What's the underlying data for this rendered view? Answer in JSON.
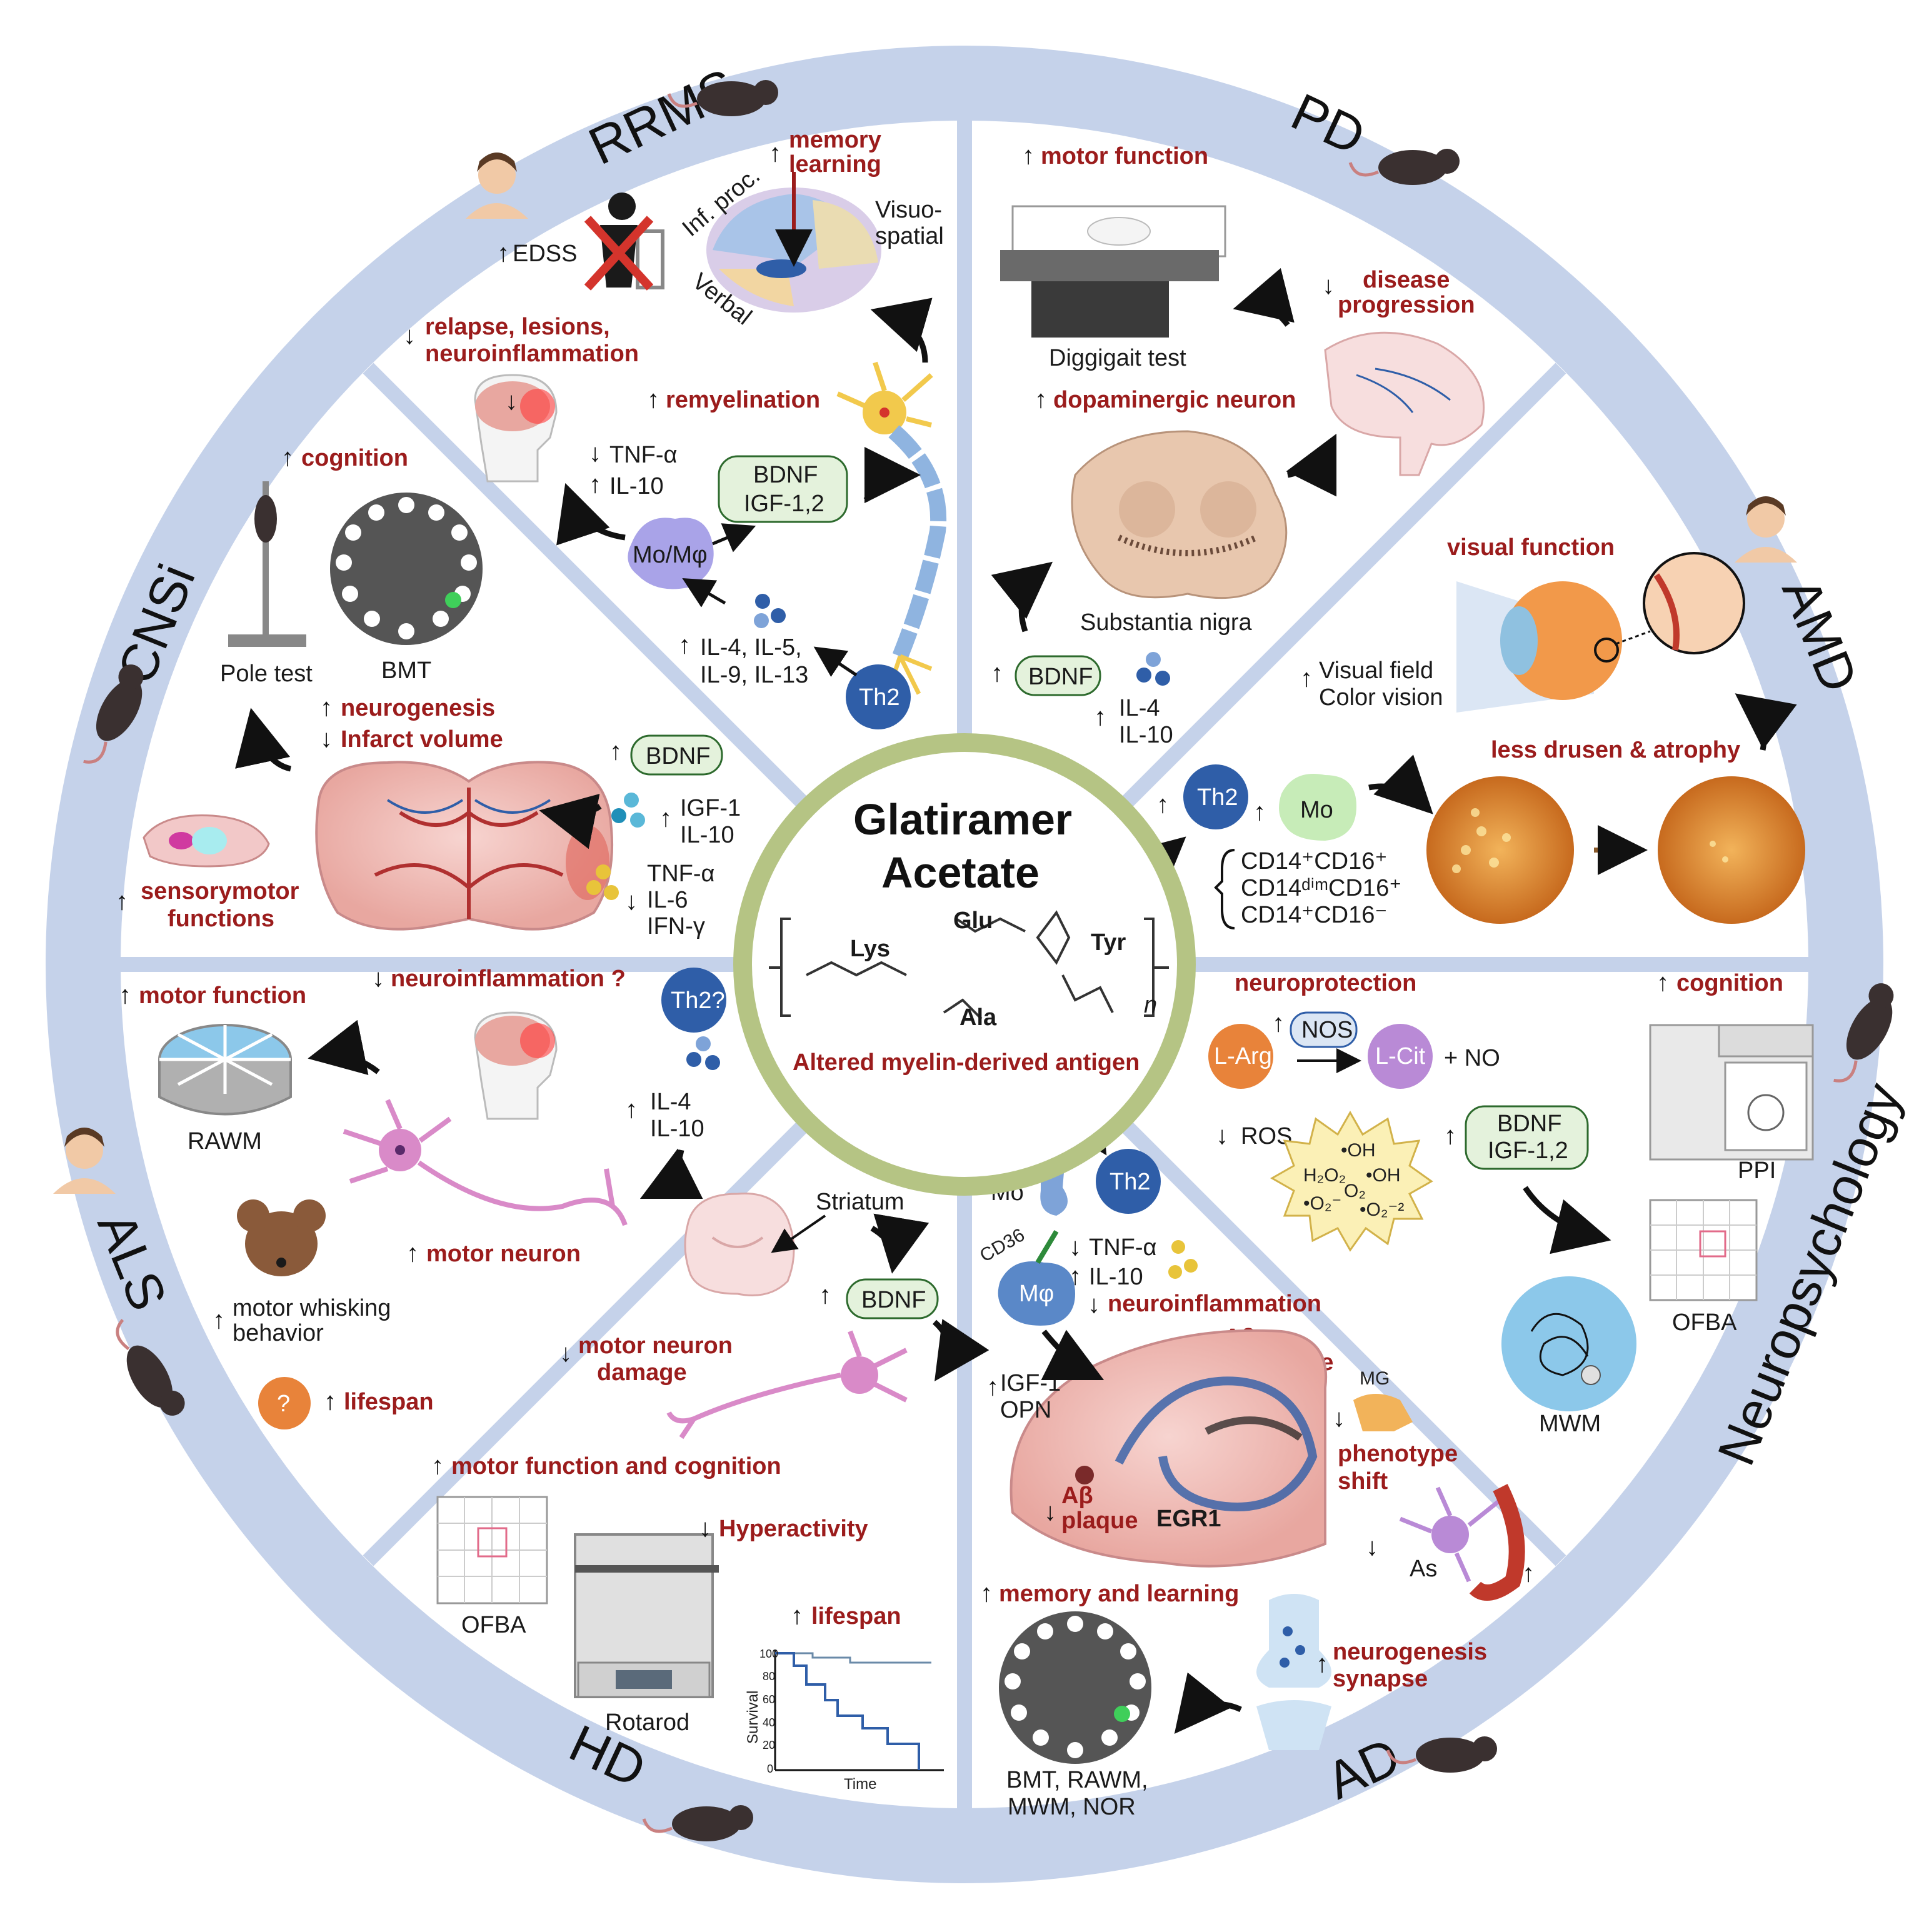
{
  "sectors": {
    "rrms": {
      "name": "RRMS",
      "memory_learning": [
        "memory",
        "learning"
      ],
      "inf_proc": "Inf. proc.",
      "visuospatial": [
        "Visuo-",
        "spatial"
      ],
      "verbal": "Verbal",
      "edss": "EDSS",
      "relapse": [
        "relapse, lesions,",
        "neuroinflammation"
      ],
      "remyelination": "remyelination",
      "tnf": "TNF-α",
      "il10": "IL-10",
      "bdnf_igf": [
        "BDNF",
        "IGF-1,2"
      ],
      "mo_mphi": "Mo/Mφ",
      "interleukins": [
        "IL-4, IL-5,",
        "IL-9, IL-13"
      ],
      "th2": "Th2"
    },
    "pd": {
      "name": "PD",
      "motor_function": "motor function",
      "diggigait": "Diggigait test",
      "disease_progression": [
        "disease",
        "progression"
      ],
      "dopaminergic": "dopaminergic neuron",
      "substantia": "Substantia nigra",
      "bdnf": "BDNF",
      "il4_il10": [
        "IL-4",
        "IL-10"
      ]
    },
    "amd": {
      "name": "AMD",
      "visual_function": "visual function",
      "visual_field": [
        "Visual field",
        "Color vision"
      ],
      "less_drusen": "less drusen & atrophy",
      "th2": "Th2",
      "mo": "Mo",
      "cd_markers": [
        "CD14⁺CD16⁺",
        "CD14ᵈⁱᵐCD16⁺",
        "CD14⁺CD16⁻"
      ]
    },
    "neuropsychology": {
      "name": "Neuropsychology",
      "cognition": "cognition",
      "neuroprotection": "neuroprotection",
      "nos": "NOS",
      "l_arg": "L-Arg",
      "l_cit": "L-Cit",
      "no": "+ NO",
      "ros": "ROS",
      "ros_species": [
        "•OH",
        "H₂O₂",
        "•OH",
        "•O₂⁻",
        "O₂",
        "•O₂⁻²"
      ],
      "bdnf_igf": [
        "BDNF",
        "IGF-1,2"
      ],
      "ppi": "PPI",
      "ofba": "OFBA",
      "mwm": "MWM"
    },
    "ad": {
      "name": "AD",
      "mo": "Mo",
      "th2": "Th2",
      "cd36": "CD36",
      "mphi": "Mφ",
      "tnf": "TNF-α",
      "il10": "IL-10",
      "neuroinflammation": "neuroinflammation",
      "abeta_clearance": [
        "Aβ",
        "clearance"
      ],
      "igf_opn": [
        "IGF-1",
        "OPN"
      ],
      "mg": "MG",
      "phenotype": [
        "phenotype",
        "shift"
      ],
      "abeta_plaque": [
        "Aβ",
        "plaque"
      ],
      "egr1": "EGR1",
      "as": "As",
      "memory_learning": "memory and learning",
      "neurogenesis": [
        "neurogenesis",
        "synapse"
      ],
      "tests": [
        "BMT, RAWM,",
        "MWM, NOR"
      ]
    },
    "hd": {
      "name": "HD",
      "striatum": "Striatum",
      "bdnf": "BDNF",
      "motor_neuron_damage": [
        "motor neuron",
        "damage"
      ],
      "motor_cognition": "motor function and cognition",
      "hyperactivity": "Hyperactivity",
      "lifespan": "lifespan",
      "ofba": "OFBA",
      "rotarod": "Rotarod",
      "survival": "Survival",
      "time": "Time",
      "yticks": [
        "100",
        "80",
        "60",
        "40",
        "20",
        "0"
      ]
    },
    "als": {
      "name": "ALS",
      "motor_function": "motor function",
      "neuroinflammation_q": "neuroinflammation ?",
      "th2q": "Th2?",
      "rawm": "RAWM",
      "il4_il10": [
        "IL-4",
        "IL-10"
      ],
      "motor_neuron": "motor neuron",
      "whisking": [
        "motor whisking",
        "behavior"
      ],
      "lifespan": "lifespan",
      "question": "?"
    },
    "cnsi": {
      "name": "CNSi",
      "cognition": "cognition",
      "pole_test": "Pole test",
      "bmt": "BMT",
      "neurogenesis": "neurogenesis",
      "infarct": "Infarct volume",
      "bdnf": "BDNF",
      "igf_il10": [
        "IGF-1",
        "IL-10"
      ],
      "cytokines": [
        "TNF-α",
        "IL-6",
        "IFN-γ"
      ],
      "sensorymotor": [
        "sensorymotor",
        "functions"
      ]
    }
  },
  "center": {
    "title": [
      "Glatiramer",
      "Acetate"
    ],
    "residues": [
      "Lys",
      "Glu",
      "Tyr",
      "Ala"
    ],
    "n": "n",
    "subtitle": "Altered myelin-derived antigen"
  },
  "colors": {
    "ring": "#c5d2ea",
    "center_ring": "#b5c484",
    "red_text": "#9b1c1c",
    "th2": "#2f5ea8",
    "pill": "#e4f2dc",
    "divider": "#c5d2ea"
  }
}
